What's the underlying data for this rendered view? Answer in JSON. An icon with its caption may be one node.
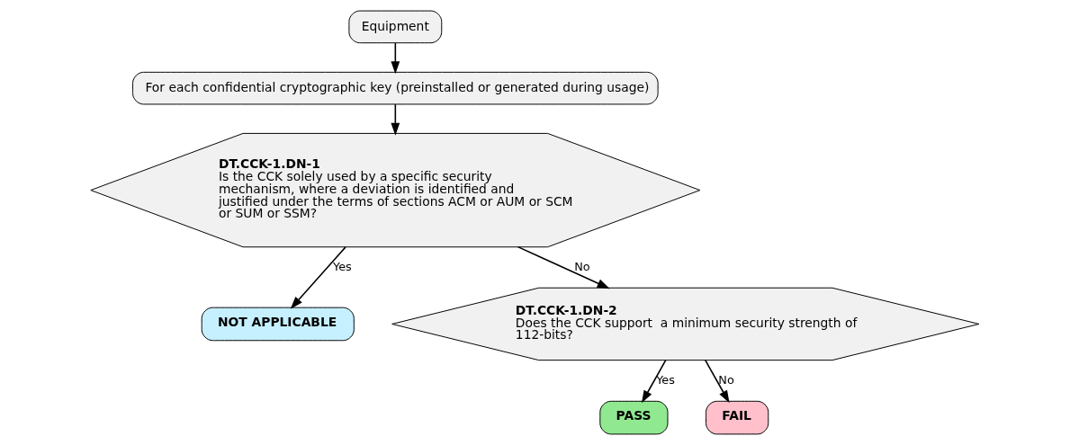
{
  "diagram": {
    "nodes": [
      {
        "text": [
          "Equipment"
        ]
      },
      {
        "text": [
          "For each confidential cryptographic key (preinstalled or generated during usage)"
        ]
      },
      {
        "text": [
          "DT.CCK-1.DN-1",
          "Is the CCK solely used by a specific security mechanism, where a deviation is identified and justified under the terms of sections ACM or AUM or SCM or SUM or SSM?"
        ]
      },
      {
        "text": [
          "NOT APPLICABLE"
        ]
      },
      {
        "text": [
          "DT.CCK-1.DN-2",
          "Does the CCK support  a minimum security strength of 112-bits?"
        ]
      },
      {
        "text": [
          "PASS"
        ]
      },
      {
        "text": [
          "FAIL"
        ]
      }
    ],
    "edges": [
      {
        "from": 0,
        "to": 1,
        "arrow": "to"
      },
      {
        "from": 1,
        "to": 2,
        "arrow": "to"
      },
      {
        "from": 2,
        "to": 3,
        "arrow": "to",
        "label": "Yes"
      },
      {
        "from": 2,
        "to": 4,
        "arrow": "to",
        "label": "No"
      },
      {
        "from": 4,
        "to": 5,
        "arrow": "to",
        "label": "Yes"
      },
      {
        "from": 4,
        "to": 6,
        "arrow": "to",
        "label": "No"
      }
    ]
  }
}
